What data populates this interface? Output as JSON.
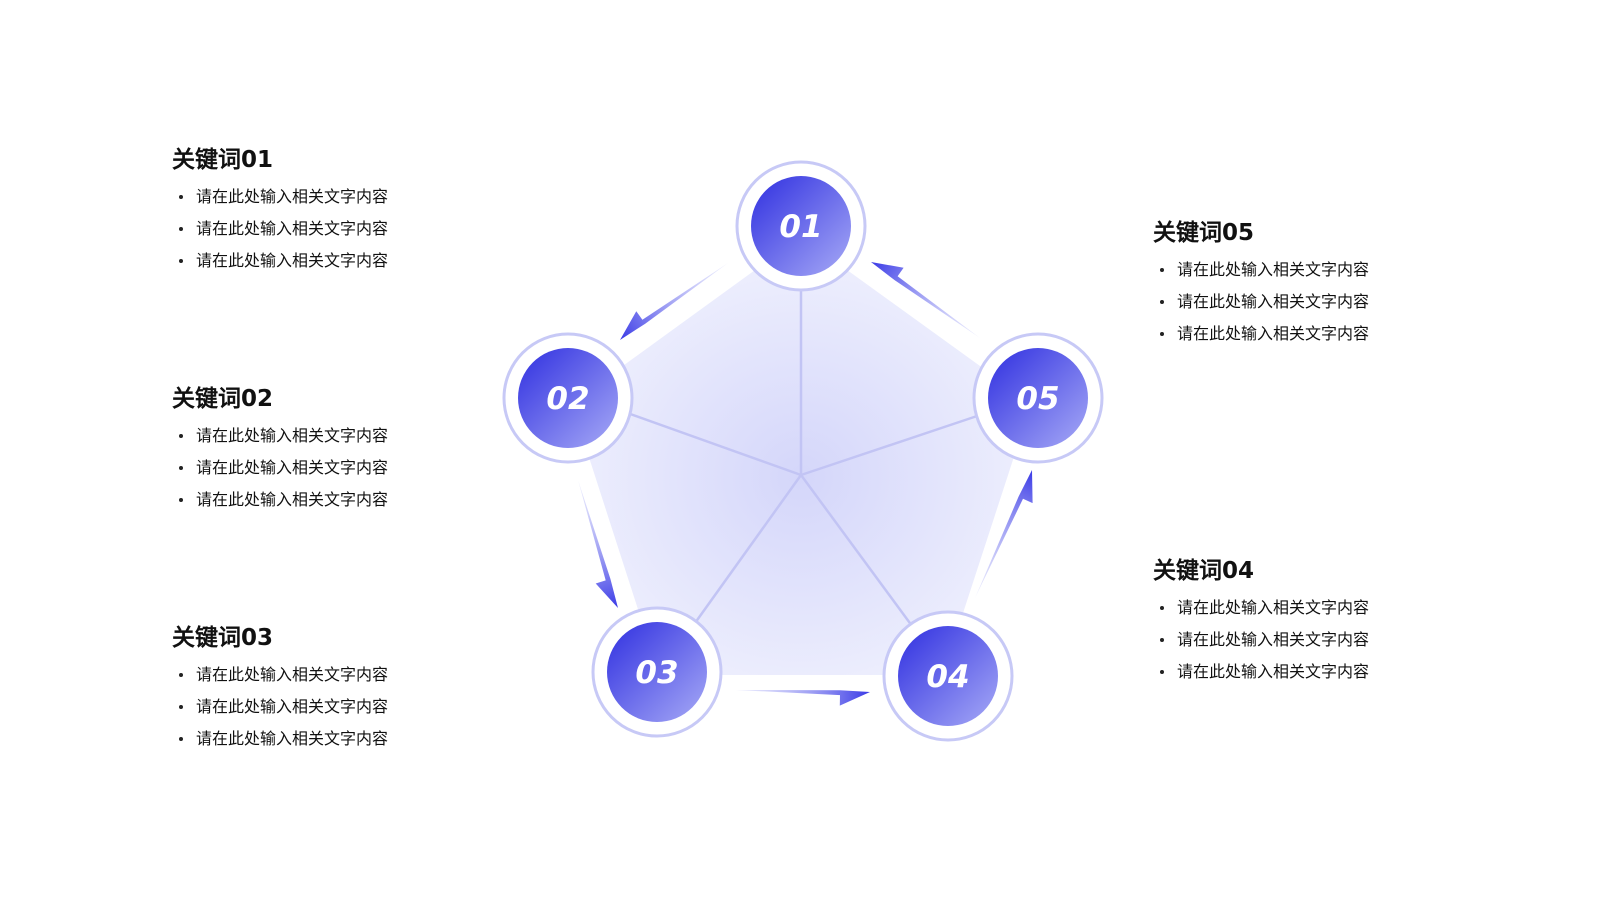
{
  "colors": {
    "accent": "#3a3ae6",
    "accent_light": "#a9acf7",
    "ring": "#c7c9f6",
    "pentagon_fill": "#eceefc"
  },
  "nodes": [
    {
      "label": "01"
    },
    {
      "label": "02"
    },
    {
      "label": "03"
    },
    {
      "label": "04"
    },
    {
      "label": "05"
    }
  ],
  "blocks": [
    {
      "title": "关键词01",
      "items": [
        "请在此处输入相关文字内容",
        "请在此处输入相关文字内容",
        "请在此处输入相关文字内容"
      ]
    },
    {
      "title": "关键词02",
      "items": [
        "请在此处输入相关文字内容",
        "请在此处输入相关文字内容",
        "请在此处输入相关文字内容"
      ]
    },
    {
      "title": "关键词03",
      "items": [
        "请在此处输入相关文字内容",
        "请在此处输入相关文字内容",
        "请在此处输入相关文字内容"
      ]
    },
    {
      "title": "关键词04",
      "items": [
        "请在此处输入相关文字内容",
        "请在此处输入相关文字内容",
        "请在此处输入相关文字内容"
      ]
    },
    {
      "title": "关键词05",
      "items": [
        "请在此处输入相关文字内容",
        "请在此处输入相关文字内容",
        "请在此处输入相关文字内容"
      ]
    }
  ],
  "arrow_icons": [
    "arrow-01-to-02-icon",
    "arrow-02-to-03-icon",
    "arrow-03-to-04-icon",
    "arrow-04-to-05-icon",
    "arrow-05-to-01-icon"
  ]
}
